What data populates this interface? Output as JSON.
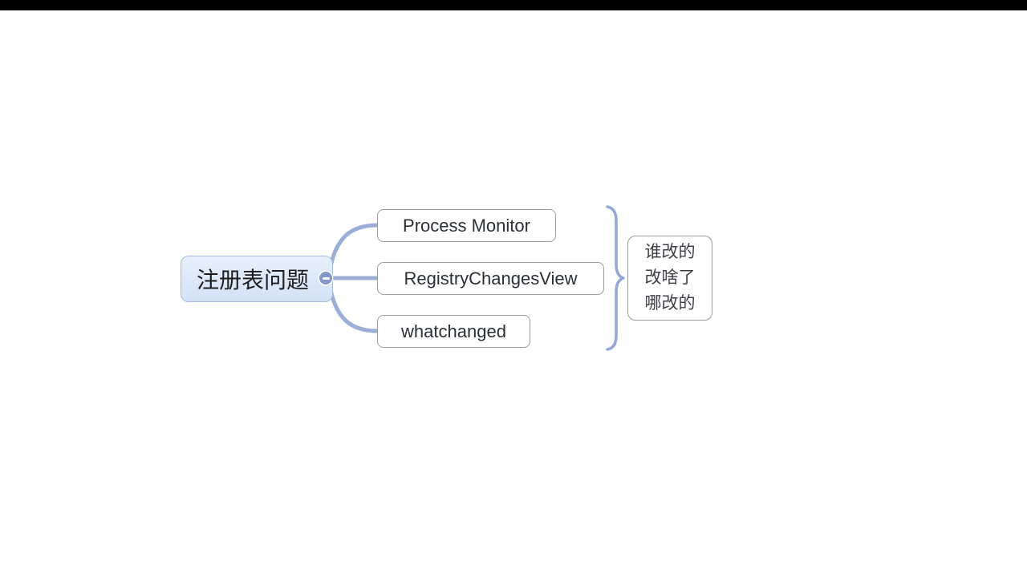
{
  "canvas": {
    "background": "#ffffff",
    "letterbox_color": "#000000"
  },
  "mindmap": {
    "root": {
      "label": "注册表问题",
      "fill_top": "#e7f0fb",
      "fill_bottom": "#d3e2f6",
      "border_color": "#a6badf",
      "text_color": "#1d1d1f",
      "collapse_state": "expanded",
      "collapse_icon": "minus"
    },
    "children": [
      {
        "label": "Process Monitor"
      },
      {
        "label": "RegistryChangesView"
      },
      {
        "label": "whatchanged"
      }
    ],
    "summary": {
      "lines": [
        "谁改的",
        "改啥了",
        "哪改的"
      ],
      "brace_color": "#93a6da"
    },
    "colors": {
      "branch_line": "#9aaed8",
      "child_border": "#9b9b9b",
      "child_text": "#2b2f36",
      "toggle_fill": "#8398ca"
    }
  }
}
